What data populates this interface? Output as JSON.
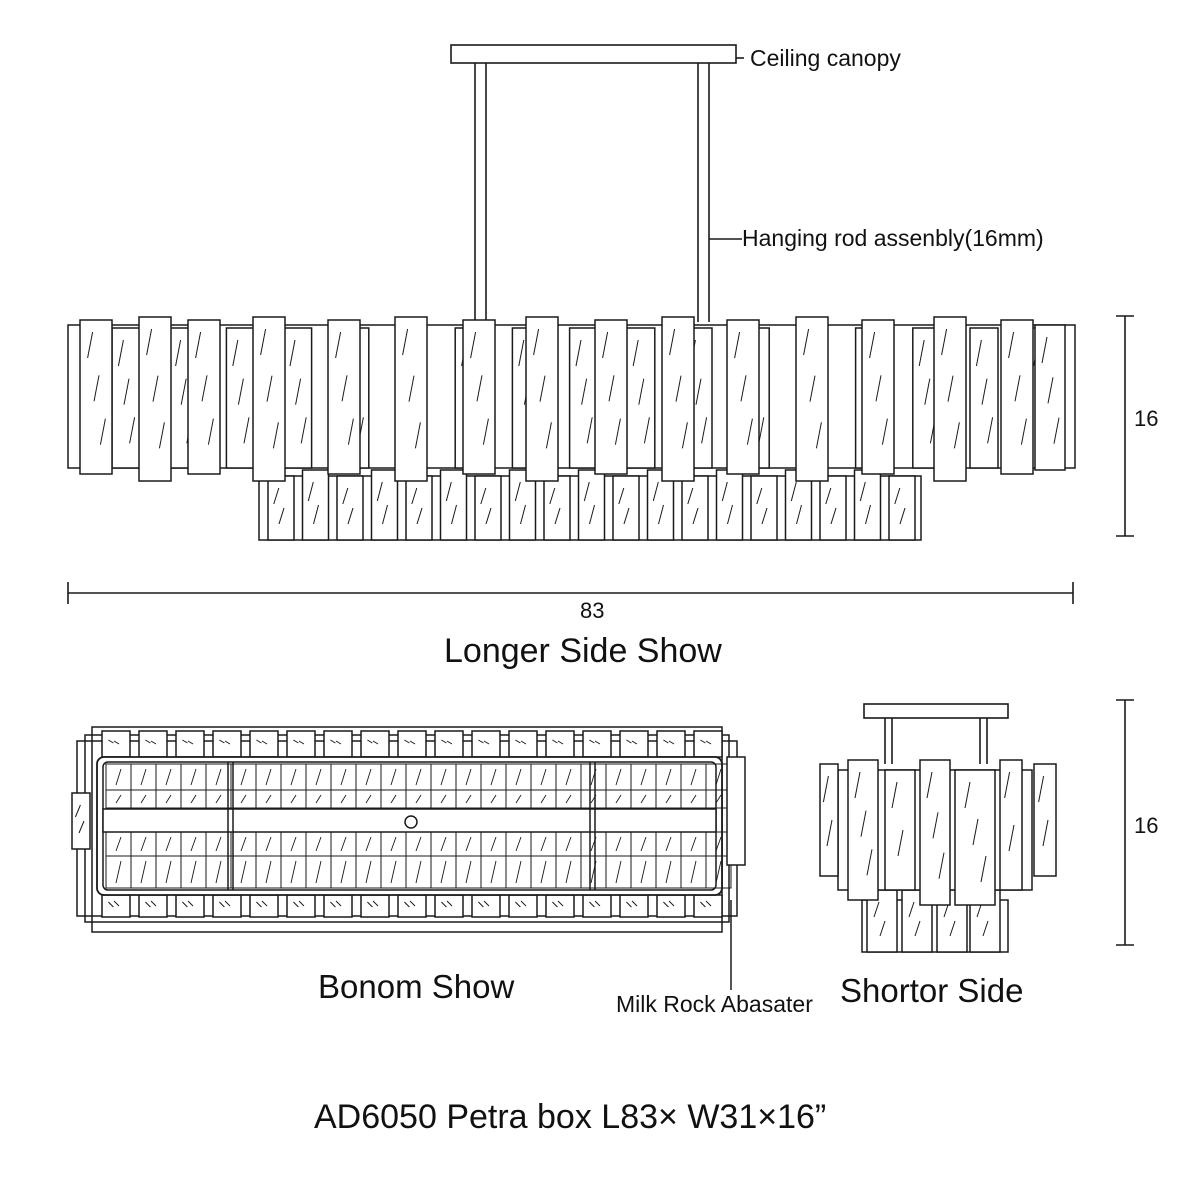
{
  "labels": {
    "ceiling_canopy": "Ceiling canopy",
    "hanging_rod": "Hanging rod assenbly(16mm)",
    "milk_rock": "Milk Rock Abasater"
  },
  "dimensions": {
    "length": "83",
    "height_long": "16",
    "height_short": "16"
  },
  "views": {
    "longer_side": "Longer Side Show",
    "bottom": "Bonom Show",
    "shorter_side": "Shortor Side"
  },
  "title": "AD6050 Petra box L83× W31×16”",
  "colors": {
    "line": "#1a1a1a",
    "background": "#ffffff"
  }
}
